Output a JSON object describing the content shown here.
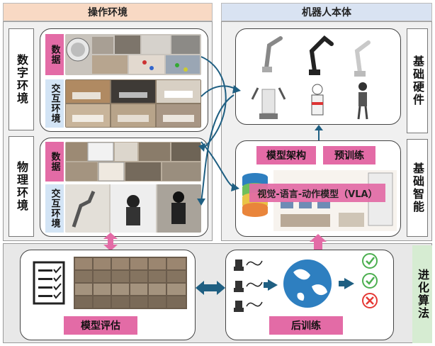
{
  "headers": {
    "operating_env": "操作环境",
    "robot_body": "机器人本体"
  },
  "left": {
    "digital_env": "数字环境",
    "physical_env": "物理环境",
    "data_tag": "数据",
    "interact_tag": "交互环境"
  },
  "right": {
    "basic_hardware": "基础硬件",
    "basic_intelligence": "基础智能",
    "model_arch": "模型架构",
    "pretrain": "预训练",
    "vla": "视觉-语言-动作模型（VLA）"
  },
  "bottom": {
    "evolution": "进化算法",
    "model_eval": "模型评估",
    "post_train": "后训练"
  },
  "colors": {
    "pink": "#e36ba6",
    "light_blue": "#d3e4f5",
    "header_orange": "#f8d9c4",
    "header_blue": "#d9e3f2",
    "arrow_blue": "#1f5f82",
    "green_side": "#d6ecd2"
  }
}
